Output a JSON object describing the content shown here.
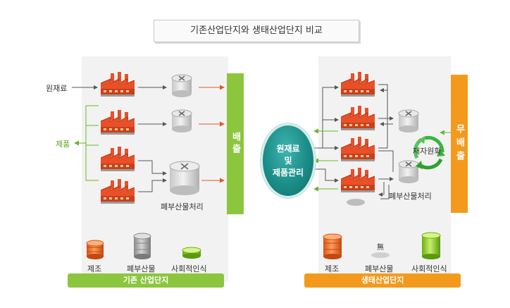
{
  "title": "기존산업단지와 생태산업단지 비교",
  "left": {
    "input_label": "원재료",
    "product_label": "제품",
    "emission_label": "배출",
    "waste_label": "폐부산물처리",
    "legend": [
      "제조",
      "폐부산물",
      "사회적인식"
    ],
    "footer": "기존 산업단지"
  },
  "right": {
    "center_lines": [
      "원재료",
      "및",
      "제품관리"
    ],
    "recycle_label": "재자원화",
    "waste_label": "폐부산물처리",
    "emission_label": "무배출",
    "none_mark": "無",
    "legend": [
      "제조",
      "폐부산물",
      "사회적인식"
    ],
    "footer": "생태산업단지"
  },
  "colors": {
    "green": "#8cc63e",
    "orange": "#f39a1d",
    "factory": "#e8502a",
    "teal": "#1b8d88",
    "arrow_red": "#e05a2a"
  }
}
